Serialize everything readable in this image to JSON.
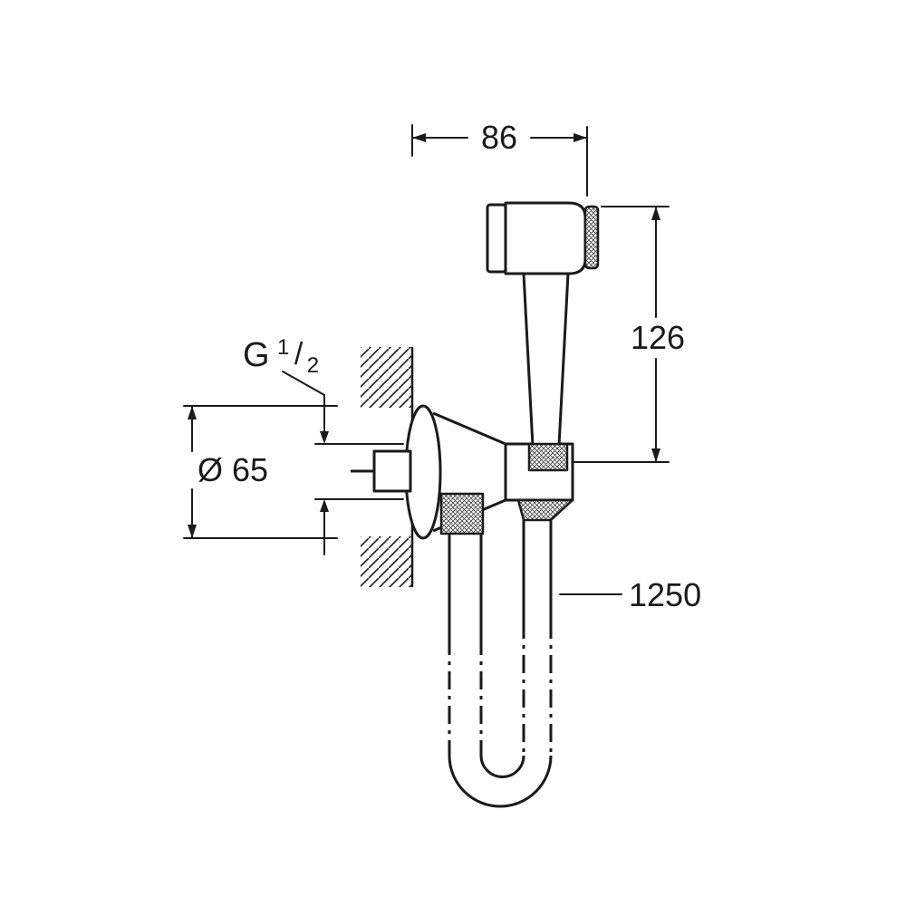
{
  "drawing": {
    "type": "technical-dimension-drawing",
    "subject": "wall-mounted trigger hand spray with holder, wall union and hose",
    "background_color": "#ffffff",
    "line_color": "#1a1a1a",
    "dimensions": {
      "width": "86",
      "height": "126",
      "flange_diameter": "Ø 65",
      "hose_length": "1250",
      "thread": {
        "letter": "G",
        "numerator": "1",
        "slash": "/",
        "denominator": "2"
      }
    }
  }
}
